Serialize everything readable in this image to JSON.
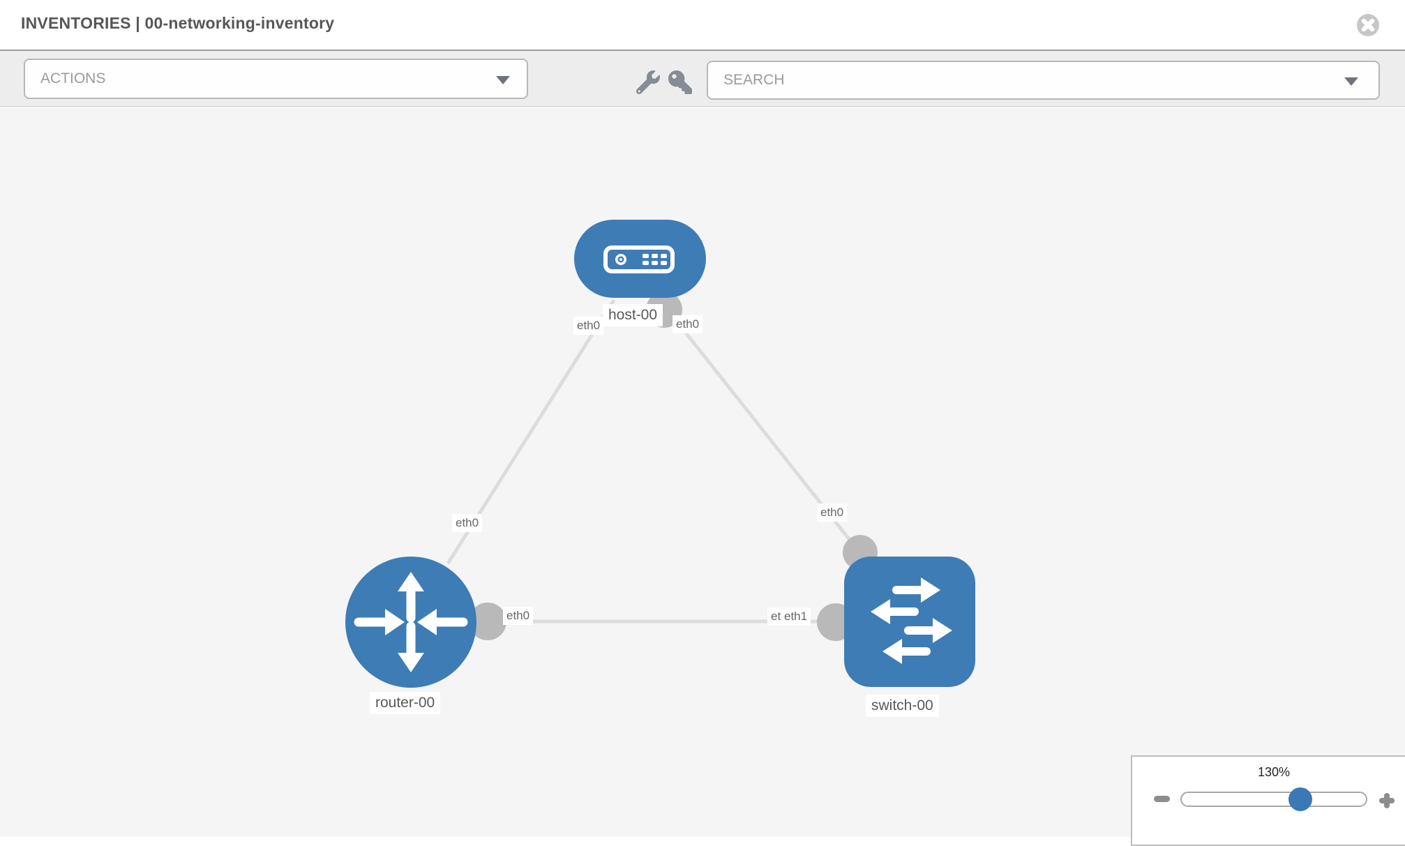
{
  "header": {
    "title": "INVENTORIES | 00-networking-inventory",
    "close_icon": "times-circle"
  },
  "toolbar": {
    "actions_dropdown": {
      "placeholder": "ACTIONS",
      "caret_icon": "chevron-down"
    },
    "search_dropdown": {
      "placeholder": "SEARCH",
      "caret_icon": "chevron-down"
    },
    "tool_icons": [
      {
        "name": "wrench-icon"
      },
      {
        "name": "key-icon"
      }
    ]
  },
  "topology": {
    "nodes": [
      {
        "id": "host-00",
        "type": "host",
        "label": "host-00",
        "icon": "server-icon"
      },
      {
        "id": "router-00",
        "type": "router",
        "label": "router-00",
        "icon": "router-arrows-icon"
      },
      {
        "id": "switch-00",
        "type": "switch",
        "label": "switch-00",
        "icon": "switch-arrows-icon"
      }
    ],
    "links": [
      {
        "from": "host-00",
        "to": "router-00"
      },
      {
        "from": "host-00",
        "to": "switch-00"
      },
      {
        "from": "router-00",
        "to": "switch-00"
      }
    ],
    "interface_labels": {
      "host_left": "eth0",
      "host_right": "eth0",
      "router_top": "eth0",
      "router_right": "eth0",
      "switch_top": "eth0",
      "mid_link_back": "eth1",
      "mid_link_front": "eth1"
    }
  },
  "zoom_widget": {
    "level": "130%",
    "minus_icon": "zoom-out-minus",
    "plus_icon": "zoom-in-plus"
  },
  "colors": {
    "node_blue": "#3e7cb6",
    "link_gray": "#dcdcdc",
    "port_gray": "#b9b9b9",
    "canvas_bg": "#f5f5f5"
  }
}
